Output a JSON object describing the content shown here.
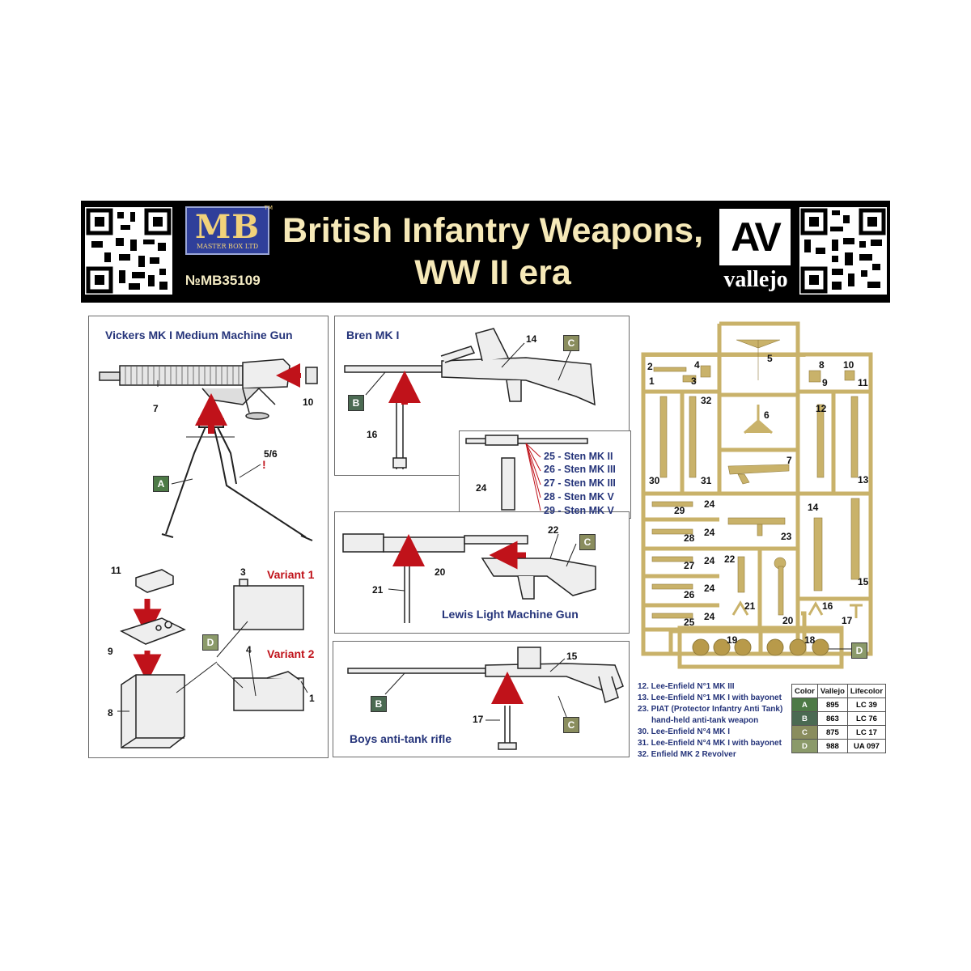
{
  "header": {
    "title_line1": "British Infantry Weapons,",
    "title_line2": "WW II era",
    "mb_logo_letters": "MB",
    "mb_logo_subtitle": "MASTER BOX LTD",
    "mb_logo_tm": "TM",
    "catalog_number": "№MB35109",
    "av_logo_letters": "AV",
    "av_logo_word": "vallejo"
  },
  "panels": {
    "vickers": {
      "title": "Vickers MK I Medium Machine Gun",
      "labels": [
        "7",
        "10",
        "5/6",
        "11",
        "3",
        "9",
        "4",
        "8",
        "1"
      ],
      "variant1": "Variant 1",
      "variant2": "Variant 2",
      "exclamation": "!"
    },
    "bren": {
      "title": "Bren MK I",
      "labels": [
        "14",
        "16"
      ]
    },
    "sten": {
      "label_24": "24",
      "items": [
        "25 - Sten MK II",
        "26 - Sten MK III",
        "27 - Sten MK III",
        "28 - Sten MK V",
        "29 - Sten MK V"
      ]
    },
    "lewis": {
      "title": "Lewis Light Machine Gun",
      "labels": [
        "22",
        "20",
        "21"
      ]
    },
    "boys": {
      "title": "Boys anti-tank rifle",
      "labels": [
        "15",
        "17"
      ]
    }
  },
  "color_badges": {
    "A": "A",
    "B": "B",
    "C": "C",
    "D": "D"
  },
  "sprue_numbers": [
    "2",
    "4",
    "1",
    "3",
    "5",
    "8",
    "10",
    "9",
    "11",
    "32",
    "6",
    "12",
    "30",
    "31",
    "7",
    "13",
    "29",
    "24",
    "14",
    "28",
    "24",
    "23",
    "27",
    "24",
    "22",
    "15",
    "26",
    "24",
    "21",
    "16",
    "25",
    "24",
    "20",
    "17",
    "19",
    "18"
  ],
  "legend": [
    "12. Lee-Enfield N°1 MK III",
    "13. Lee-Enfield N°1 MK I with bayonet",
    "23. PIAT (Protector Infantry Anti Tank)",
    "hand-held anti-tank weapon",
    "30. Lee-Enfield N°4 MK I",
    "31. Lee-Enfield N°4 MK I with bayonet",
    "32. Enfield MK 2 Revolver"
  ],
  "paint_table": {
    "headers": [
      "Color",
      "Vallejo",
      "Lifecolor"
    ],
    "rows": [
      {
        "color": "A",
        "vallejo": "895",
        "lifecolor": "LC 39",
        "swatch": "#4d7a46"
      },
      {
        "color": "B",
        "vallejo": "863",
        "lifecolor": "LC 76",
        "swatch": "#4b6a52"
      },
      {
        "color": "C",
        "vallejo": "875",
        "lifecolor": "LC 17",
        "swatch": "#8a8d5e"
      },
      {
        "color": "D",
        "vallejo": "988",
        "lifecolor": "UA 097",
        "swatch": "#8b9a6a"
      }
    ]
  },
  "colors": {
    "badge_A": "#4d7a46",
    "badge_B": "#4b6a52",
    "badge_C": "#8a8d5e",
    "badge_D": "#8b9a6a",
    "sprue": "#c9b26a",
    "arrow": "#c0121a",
    "title_blue": "#25347a"
  }
}
